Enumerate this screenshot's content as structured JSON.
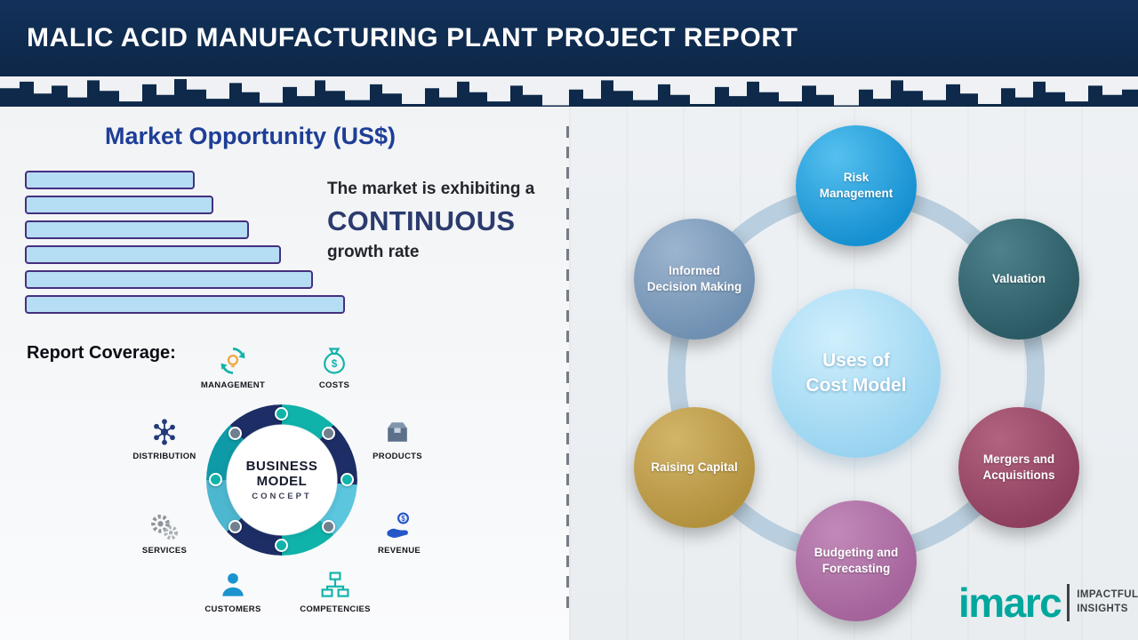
{
  "theme": {
    "header_bg": "#0e2949",
    "accent_teal": "#10b3aa",
    "title_blue": "#1e3e96",
    "outer_ring_color": "#b9cede",
    "bar_fill": "#b5ddf4",
    "bar_border": "#45307e"
  },
  "header": {
    "title": "MALIC ACID MANUFACTURING PLANT PROJECT REPORT"
  },
  "left_panel": {
    "section_title": "Market Opportunity (US$)",
    "chart_data": {
      "type": "bar",
      "orientation": "horizontal",
      "title": "Market Opportunity (US$)",
      "values_relative_pct": [
        53,
        59,
        70,
        80,
        90,
        100
      ],
      "bar_count": 6,
      "bar_fill": "#b5ddf4",
      "bar_border": "#45307e",
      "xlabel": "",
      "ylabel": "",
      "annotation": "The market is exhibiting a CONTINUOUS growth rate"
    },
    "market_note": {
      "line1": "The market is exhibiting a",
      "emphasis": "CONTINUOUS",
      "line2": "growth rate"
    },
    "report_coverage_label": "Report Coverage:",
    "business_model": {
      "center_line1": "BUSINESS",
      "center_line2": "MODEL",
      "center_line3": "CONCEPT",
      "items": [
        {
          "label": "MANAGEMENT",
          "icon": "management-cycle-icon"
        },
        {
          "label": "COSTS",
          "icon": "money-bag-icon"
        },
        {
          "label": "DISTRIBUTION",
          "icon": "network-icon"
        },
        {
          "label": "PRODUCTS",
          "icon": "product-box-icon"
        },
        {
          "label": "SERVICES",
          "icon": "gears-icon"
        },
        {
          "label": "REVENUE",
          "icon": "hand-coin-icon"
        },
        {
          "label": "CUSTOMERS",
          "icon": "person-icon"
        },
        {
          "label": "COMPETENCIES",
          "icon": "org-chart-icon"
        }
      ]
    }
  },
  "right_panel": {
    "center_line1": "Uses of",
    "center_line2": "Cost Model",
    "center_color": "#9ed7f5",
    "nodes": [
      {
        "label": "Risk Management",
        "color": "#1690d1",
        "highlight": "#55c0ef"
      },
      {
        "label": "Valuation",
        "color": "#2b5a64",
        "highlight": "#4e818c"
      },
      {
        "label": "Mergers and Acquisitions",
        "color": "#8e3f5e",
        "highlight": "#b2637f"
      },
      {
        "label": "Budgeting and Forecasting",
        "color": "#a4639b",
        "highlight": "#c189b8"
      },
      {
        "label": "Raising Capital",
        "color": "#b2913e",
        "highlight": "#d3b569"
      },
      {
        "label": "Informed Decision Making",
        "color": "#7090b2",
        "highlight": "#9cb4cf"
      }
    ]
  },
  "footer": {
    "brand": "imarc",
    "brand_color": "#00a79d",
    "tagline_line1": "IMPACTFUL",
    "tagline_line2": "INSIGHTS"
  }
}
